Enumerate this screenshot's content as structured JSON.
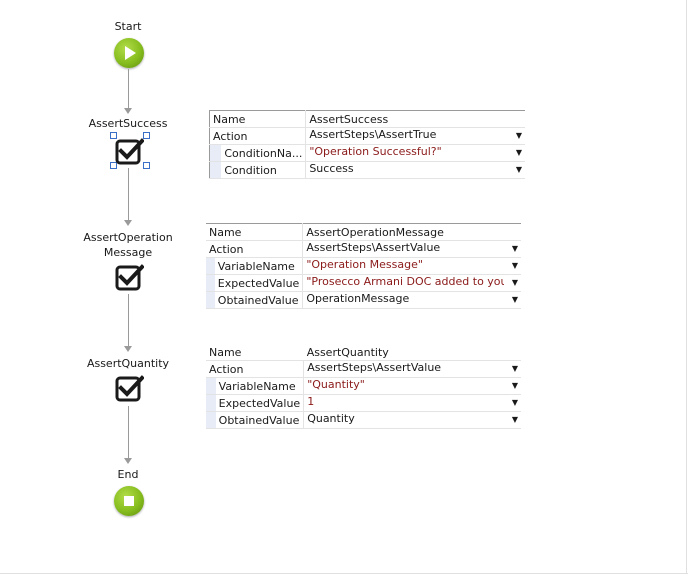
{
  "flow": {
    "start_label": "Start",
    "end_label": "End",
    "nodes": [
      {
        "label": "AssertSuccess"
      },
      {
        "label_line1": "AssertOperation",
        "label_line2": "Message"
      },
      {
        "label": "AssertQuantity"
      }
    ],
    "icons": {
      "start": "play-icon",
      "end": "stop-icon",
      "assert": "checkbox-icon"
    },
    "colors": {
      "start_end_fill": "#86bd1e",
      "string_value": "#8b1a1a"
    }
  },
  "properties": [
    {
      "rows": [
        {
          "name": "Name",
          "value": "AssertSuccess"
        },
        {
          "name": "Action",
          "value": "AssertSteps\\AssertTrue"
        },
        {
          "name": "ConditionNa...",
          "value": "\"Operation Successful?\""
        },
        {
          "name": "Condition",
          "value": "Success"
        }
      ]
    },
    {
      "rows": [
        {
          "name": "Name",
          "value": "AssertOperationMessage"
        },
        {
          "name": "Action",
          "value": "AssertSteps\\AssertValue"
        },
        {
          "name": "VariableName",
          "value": "\"Operation Message\""
        },
        {
          "name": "ExpectedValue",
          "value": "\"Prosecco Armani DOC added to you"
        },
        {
          "name": "ObtainedValue",
          "value": "OperationMessage"
        }
      ]
    },
    {
      "rows": [
        {
          "name": "Name",
          "value": "AssertQuantity"
        },
        {
          "name": "Action",
          "value": "AssertSteps\\AssertValue"
        },
        {
          "name": "VariableName",
          "value": "\"Quantity\""
        },
        {
          "name": "ExpectedValue",
          "value": "1"
        },
        {
          "name": "ObtainedValue",
          "value": "Quantity"
        }
      ]
    }
  ]
}
